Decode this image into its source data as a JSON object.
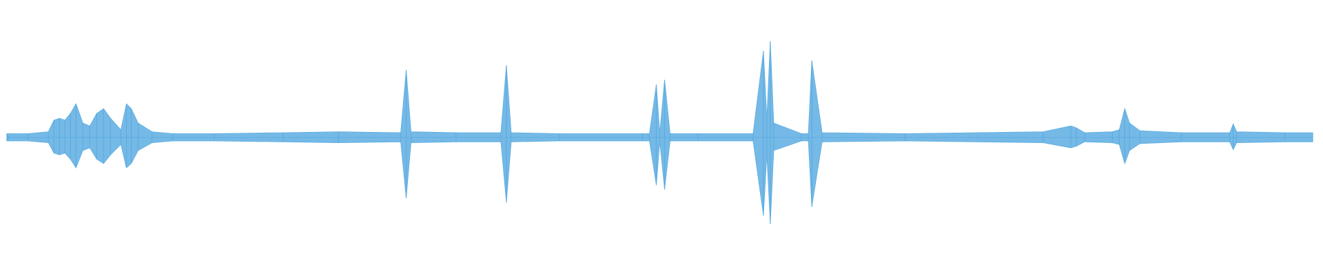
{
  "chart_data": {
    "type": "area",
    "xlabel": "",
    "ylabel": "",
    "grid": false,
    "legend": "none",
    "x": [
      0,
      30,
      60,
      68,
      76,
      84,
      92,
      100,
      110,
      120,
      130,
      140,
      150,
      165,
      173,
      180,
      190,
      210,
      240,
      300,
      400,
      480,
      570,
      578,
      585,
      650,
      715,
      723,
      730,
      800,
      920,
      930,
      940,
      945,
      952,
      960,
      1000,
      1080,
      1095,
      1100,
      1105,
      1110,
      1150,
      1160,
      1165,
      1180,
      1300,
      1500,
      1540,
      1548,
      1560,
      1600,
      1610,
      1618,
      1625,
      1640,
      1700,
      1770,
      1775,
      1780,
      1850,
      1890
    ],
    "values": [
      0.04,
      0.04,
      0.06,
      0.18,
      0.2,
      0.18,
      0.25,
      0.35,
      0.15,
      0.12,
      0.25,
      0.3,
      0.2,
      0.08,
      0.35,
      0.3,
      0.15,
      0.06,
      0.04,
      0.04,
      0.05,
      0.06,
      0.05,
      0.7,
      0.06,
      0.05,
      0.05,
      0.75,
      0.05,
      0.04,
      0.04,
      0.04,
      0.55,
      0.05,
      0.6,
      0.04,
      0.04,
      0.04,
      0.9,
      0.2,
      1.0,
      0.15,
      0.04,
      0.04,
      0.8,
      0.05,
      0.04,
      0.06,
      0.12,
      0.1,
      0.05,
      0.06,
      0.08,
      0.3,
      0.15,
      0.07,
      0.05,
      0.05,
      0.14,
      0.06,
      0.05,
      0.05
    ],
    "ylim": [
      -1,
      1
    ],
    "color": "#5dade2"
  }
}
